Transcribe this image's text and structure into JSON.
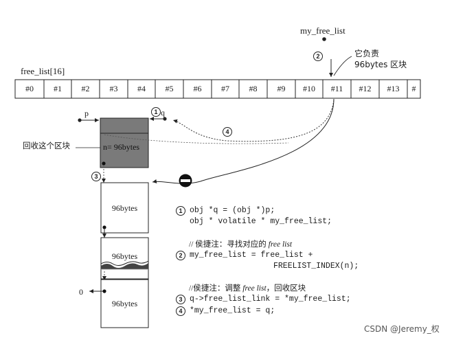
{
  "top_label": "my_free_list",
  "array_label": "free_list[16]",
  "array_cells": [
    "#0",
    "#1",
    "#2",
    "#3",
    "#4",
    "#5",
    "#6",
    "#7",
    "#8",
    "#9",
    "#10",
    "#11",
    "#12",
    "#13",
    "#"
  ],
  "responsible_note": [
    "它负责",
    "96bytes 区块"
  ],
  "p_label": "p",
  "q_label": "q",
  "recycle_label": "回收这个区块",
  "block_label": "n= 96bytes",
  "chain_blocks": [
    "96bytes",
    "96bytes",
    "96bytes"
  ],
  "zero_label": "0",
  "markers": {
    "m1": "1",
    "m2": "2",
    "m3": "3",
    "m4": "4"
  },
  "code": {
    "line1": "obj *q = (obj *)p;",
    "line2": "obj * volatile * my_free_list;",
    "comment1_prefix": "// 侯捷注：寻找对应的 ",
    "comment1_em": "free list",
    "line3": "my_free_list = free_list +",
    "line4": "FREELIST_INDEX(n);",
    "comment2_prefix": "//侯捷注：调整 ",
    "comment2_em": "free list",
    "comment2_suffix": "，回收区块",
    "line5": "q->free_list_link = *my_free_list;",
    "line6": "*my_free_list = q;"
  },
  "watermark": "CSDN @Jeremy_权"
}
